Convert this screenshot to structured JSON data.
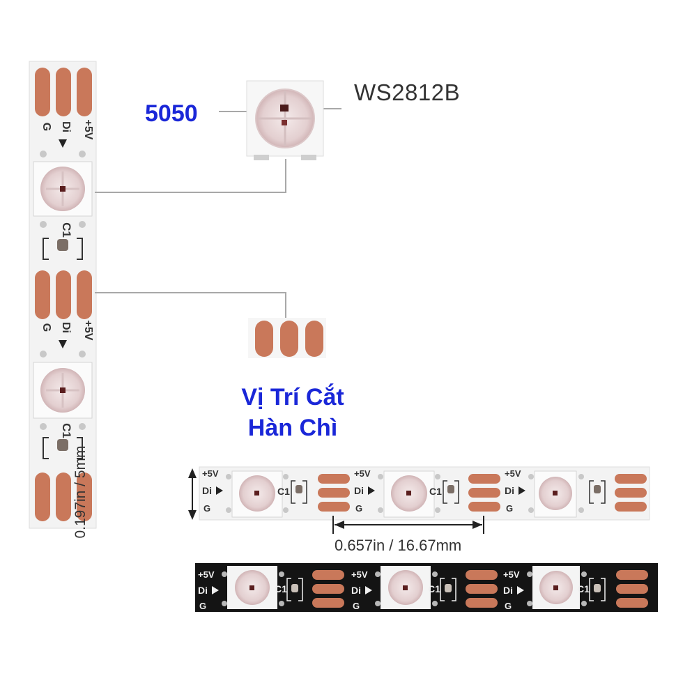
{
  "labels": {
    "package": "5050",
    "chip": "WS2812B",
    "cut_line1": "Vị Trí Cắt",
    "cut_line2": "Hàn Chì",
    "strip_width": "0.197in / 5mm",
    "led_pitch": "0.657in / 16.67mm"
  },
  "silkscreen": {
    "vplus": "+5V",
    "data_in": "Di",
    "ground": "G",
    "capacitor": "C1"
  },
  "colors": {
    "blue_text": "#1a27d8",
    "copper_pad": "#c9785a",
    "white_pcb": "#f3f3f3",
    "black_pcb": "#141414",
    "leader_line": "#a8a8a8"
  }
}
